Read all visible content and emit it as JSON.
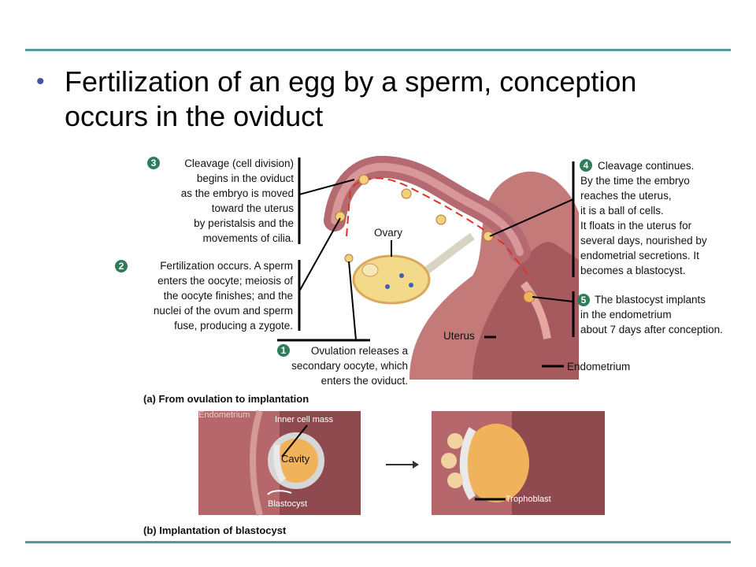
{
  "slide": {
    "bullet": "•",
    "title": "Fertilization of an egg by a sperm, conception occurs in the oviduct"
  },
  "figure": {
    "steps": [
      {
        "num": "1",
        "lines": [
          "Ovulation releases a",
          "secondary oocyte, which",
          "enters the oviduct."
        ]
      },
      {
        "num": "2",
        "lines": [
          "Fertilization occurs. A sperm",
          "enters the oocyte; meiosis of",
          "the oocyte finishes; and the",
          "nuclei of the ovum and sperm",
          "fuse, producing a zygote."
        ]
      },
      {
        "num": "3",
        "lines": [
          "Cleavage (cell division)",
          "begins in the oviduct",
          "as the embryo is moved",
          "toward the uterus",
          "by peristalsis and the",
          "movements of cilia."
        ]
      },
      {
        "num": "4",
        "lines": [
          "Cleavage continues.",
          "By the time the embryo",
          "reaches the uterus,",
          "it is a ball of cells.",
          "It floats in the uterus for",
          "several days, nourished by",
          "endometrial secretions. It",
          "becomes a blastocyst."
        ]
      },
      {
        "num": "5",
        "lines": [
          "The blastocyst implants",
          "in the endometrium",
          "about 7 days after conception."
        ]
      }
    ],
    "labels": {
      "ovary": "Ovary",
      "uterus": "Uterus",
      "endometrium": "Endometrium"
    },
    "part_a": {
      "letter": "(a)",
      "caption": "From ovulation to implantation"
    },
    "part_b": {
      "caption": "(b) Implantation of blastocyst",
      "endometrium": "Endometrium",
      "inner_cell_mass": "Inner cell mass",
      "cavity": "Cavity",
      "blastocyst": "Blastocyst",
      "trophoblast": "Trophoblast"
    }
  },
  "colors": {
    "accent_rule": "#4d9c9c",
    "bullet": "#4a4fa0",
    "badge": "#2f7d5a",
    "tissue": "#b9676a",
    "tissue_dark": "#8f4a4f",
    "ovary": "#f3d98a",
    "blastocyst": "#f0b25a"
  }
}
